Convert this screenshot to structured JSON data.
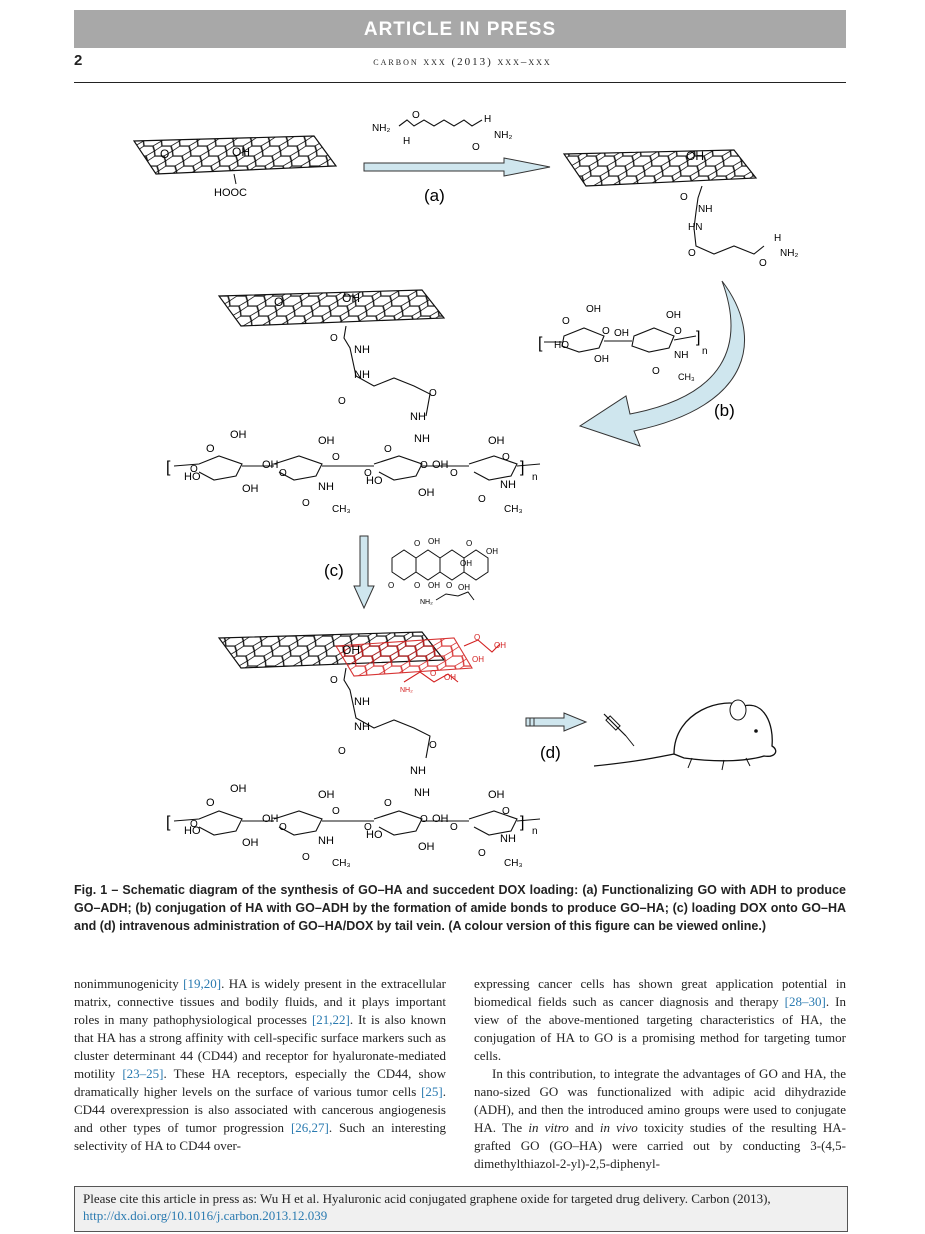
{
  "header": {
    "banner": "ARTICLE IN PRESS",
    "page_number": "2",
    "journal": "carbon xxx (2013) xxx–xxx"
  },
  "scheme": {
    "step_a": "(a)",
    "step_b": "(b)",
    "step_c": "(c)",
    "step_d": "(d)",
    "chem": {
      "OH": "OH",
      "O": "O",
      "HOOC": "HOOC",
      "NH": "NH",
      "HN": "HN",
      "H": "H",
      "NH2": "NH₂",
      "CH3": "CH₃",
      "HO": "HO",
      "n": "n"
    }
  },
  "caption": {
    "label": "Fig. 1 –",
    "text": "Schematic diagram of the synthesis of GO–HA and succedent DOX loading: (a) Functionalizing GO with ADH to produce GO–ADH; (b) conjugation of HA with GO–ADH by the formation of amide bonds to produce GO–HA; (c) loading DOX onto GO–HA and (d) intravenous administration of GO–HA/DOX by tail vein. (A colour version of this figure can be viewed online.)"
  },
  "body": {
    "left": {
      "t1": "nonimmunogenicity ",
      "r1": "[19,20]",
      "t2": ". HA is widely present in the extracellular matrix, connective tissues and bodily fluids, and it plays important roles in many pathophysiological processes ",
      "r2": "[21,22]",
      "t3": ". It is also known that HA has a strong affinity with cell-specific surface markers such as cluster determinant 44 (CD44) and receptor for hyaluronate-mediated motility ",
      "r3": "[23–25]",
      "t4": ". These HA receptors, especially the CD44, show dramatically higher levels on the surface of various tumor cells ",
      "r4": "[25]",
      "t5": ". CD44 overexpression is also associated with cancerous angiogenesis and other types of tumor progression ",
      "r5": "[26,27]",
      "t6": ". Such an interesting selectivity of HA to CD44 over-"
    },
    "right": {
      "p1a": "expressing cancer cells has shown great application potential in biomedical fields such as cancer diagnosis and therapy ",
      "p1r": "[28–30]",
      "p1b": ". In view of the above-mentioned targeting characteristics of HA, the conjugation of HA to GO is a promising method for targeting tumor cells.",
      "p2a": "In this contribution, to integrate the advantages of GO and HA, the nano-sized GO was functionalized with adipic acid dihydrazide (ADH), and then the introduced amino groups were used to conjugate HA. The ",
      "p2i1": "in vitro",
      "p2b": " and ",
      "p2i2": "in vivo",
      "p2c": " toxicity studies of the resulting HA-grafted GO (GO–HA) were carried out by conducting 3-(4,5-dimethylthiazol-2-yl)-2,5-diphenyl-"
    }
  },
  "citation": {
    "text": "Please cite this article in press as: Wu H et al. Hyaluronic acid conjugated graphene oxide for targeted drug delivery. Carbon (2013), ",
    "link": "http://dx.doi.org/10.1016/j.carbon.2013.12.039"
  },
  "colors": {
    "banner_bg": "#a8a8a8",
    "link": "#2a7ab0",
    "dox_red": "#d32020",
    "arrow_fill": "#cfe6ee"
  }
}
